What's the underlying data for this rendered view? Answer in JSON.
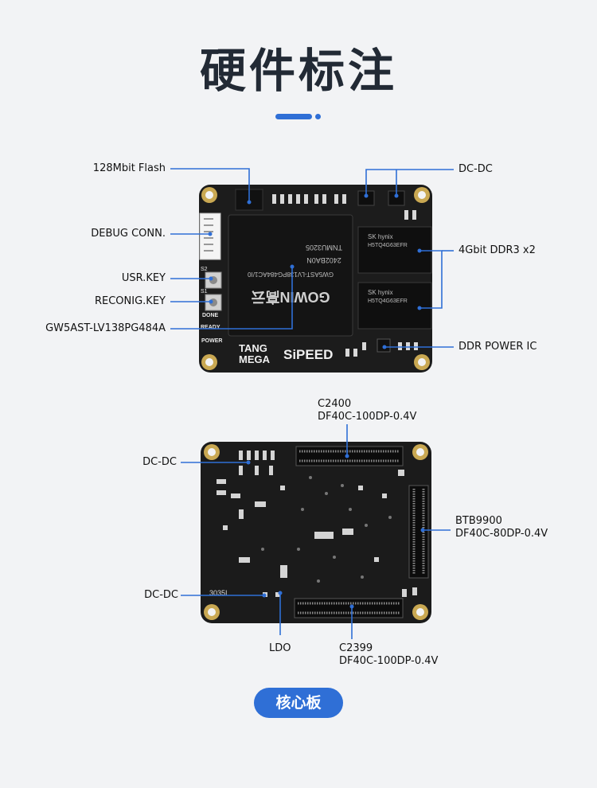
{
  "page": {
    "title": "硬件标注",
    "footer_label": "核心板",
    "accent_color": "#2f6fd6"
  },
  "top_board": {
    "chip": {
      "brand": "GOWIN高云",
      "part": "GW5AST-LV138PG484AC1/I0",
      "date": "2402BA0N",
      "lot": "TNMU3205"
    },
    "silkscreen": {
      "product_line1": "TANG",
      "product_line2": "MEGA",
      "brand": "SiPEED",
      "done": "DONE",
      "ready": "READY",
      "power": "POWER",
      "s2": "S2",
      "s1": "S1"
    },
    "ddr_marking": {
      "brand": "SK hynix",
      "part": "H5TQ4G63EFR"
    },
    "labels": {
      "flash": "128Mbit Flash",
      "debug": "DEBUG CONN.",
      "usr_key": "USR.KEY",
      "reconfig_key": "RECONIG.KEY",
      "fpga": "GW5AST-LV138PG484A",
      "dcdc": "DC-DC",
      "ddr": "4Gbit DDR3 x2",
      "ddr_power": "DDR POWER IC"
    }
  },
  "bottom_board": {
    "silkscreen_code": "3035I",
    "labels": {
      "c2400_name": "C2400",
      "c2400_part": "DF40C-100DP-0.4V",
      "dcdc_top": "DC-DC",
      "btb_name": "BTB9900",
      "btb_part": "DF40C-80DP-0.4V",
      "dcdc_bottom": "DC-DC",
      "ldo": "LDO",
      "c2399_name": "C2399",
      "c2399_part": "DF40C-100DP-0.4V"
    }
  }
}
